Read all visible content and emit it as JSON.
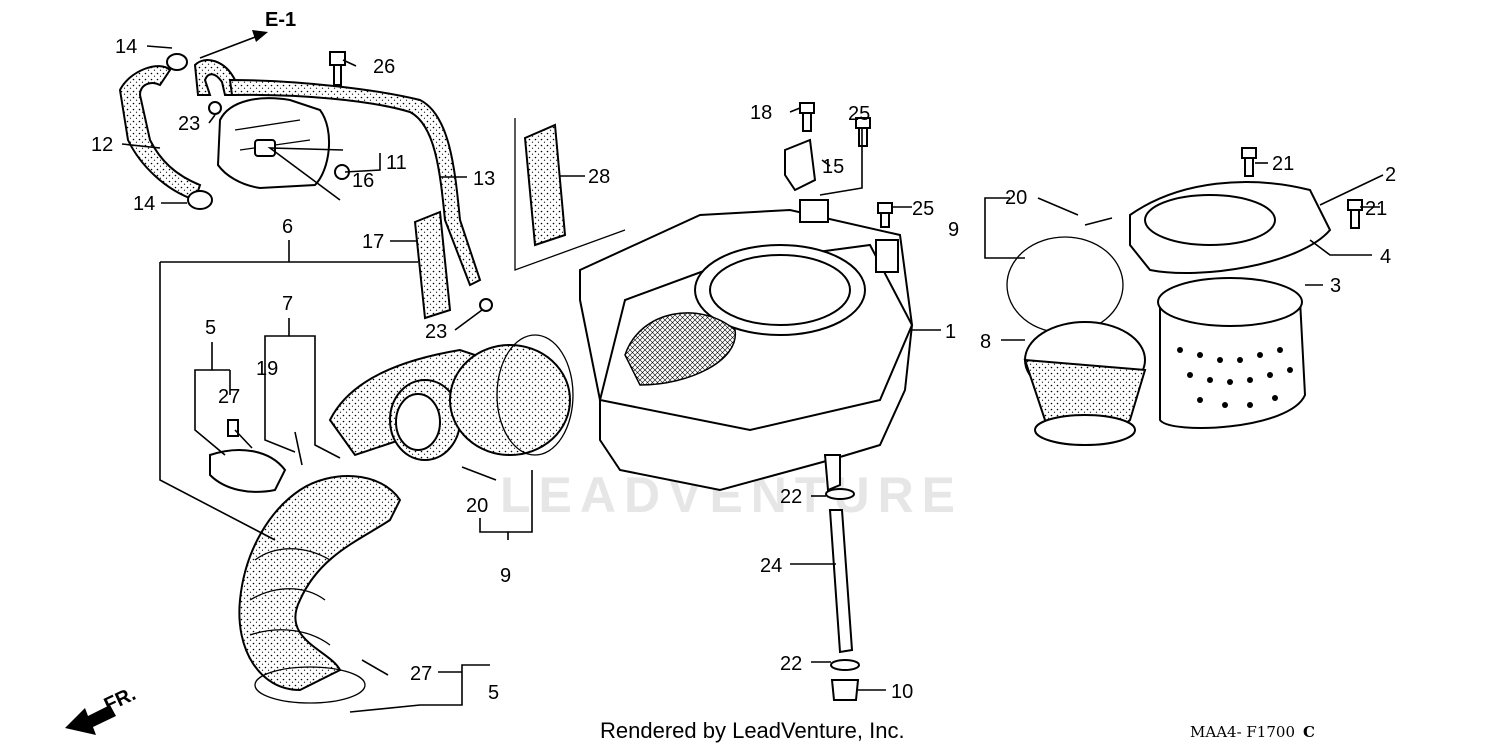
{
  "ref_label": "E-1",
  "watermark": "LEADVENTURE",
  "front_label": "FR.",
  "credit": "Rendered by LeadVenture, Inc.",
  "diagram_code": "MAA4- F1700",
  "diagram_code_suffix": "C",
  "callouts": {
    "c1": "1",
    "c2": "2",
    "c3": "3",
    "c4": "4",
    "c5a": "5",
    "c5b": "5",
    "c6": "6",
    "c7": "7",
    "c8": "8",
    "c9a": "9",
    "c9b": "9",
    "c10": "10",
    "c11": "11",
    "c12": "12",
    "c13": "13",
    "c14a": "14",
    "c14b": "14",
    "c15": "15",
    "c16": "16",
    "c17": "17",
    "c18": "18",
    "c19": "19",
    "c20a": "20",
    "c20b": "20",
    "c21a": "21",
    "c21b": "21",
    "c22a": "22",
    "c22b": "22",
    "c23a": "23",
    "c23b": "23",
    "c24": "24",
    "c25a": "25",
    "c25b": "25",
    "c26": "26",
    "c27a": "27",
    "c27b": "27",
    "c28": "28"
  }
}
